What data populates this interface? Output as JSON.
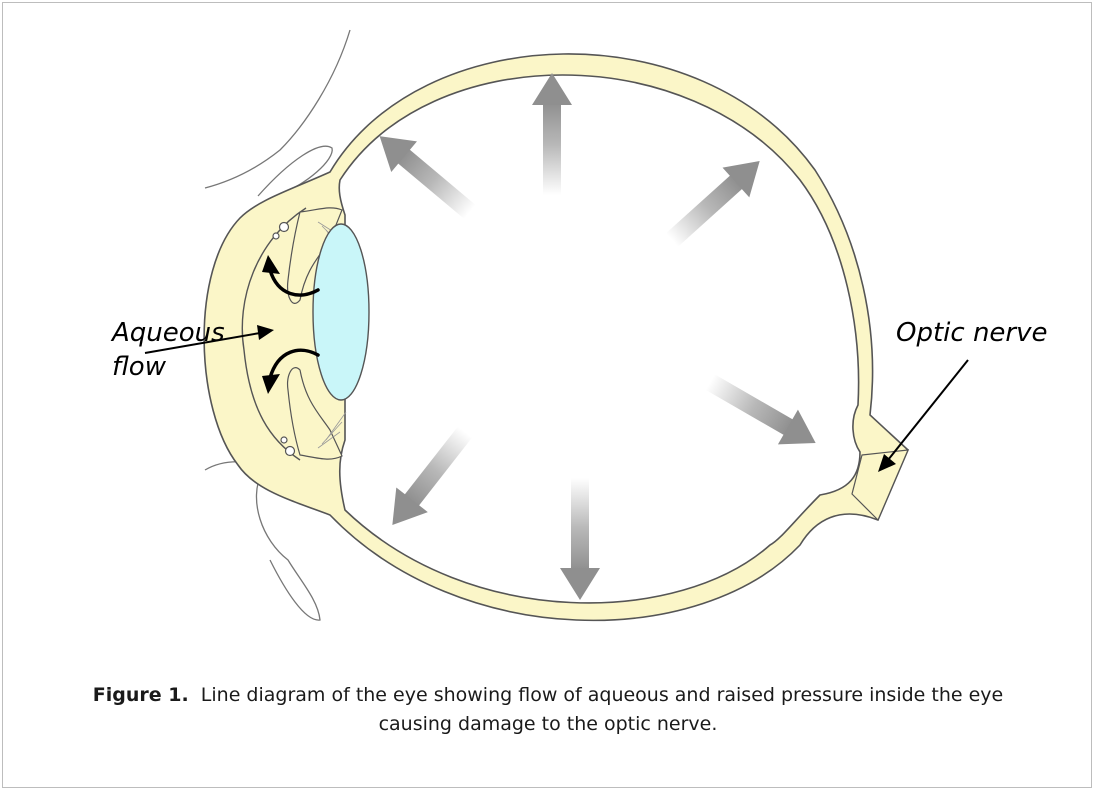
{
  "labels": {
    "aqueous_line1": "Aqueous",
    "aqueous_line2": "flow",
    "optic_nerve": "Optic nerve"
  },
  "caption": {
    "figure_label": "Figure 1.",
    "text_line1": "Line diagram of the eye showing flow of aqueous and raised pressure inside the eye",
    "text_line2": "causing damage to the optic nerve."
  },
  "colors": {
    "sclera_fill": "#fbf6c8",
    "outline": "#555555",
    "lens_fill": "#c9f6f9",
    "pressure_arrow": "#999999",
    "flow_arrow": "#000000"
  }
}
